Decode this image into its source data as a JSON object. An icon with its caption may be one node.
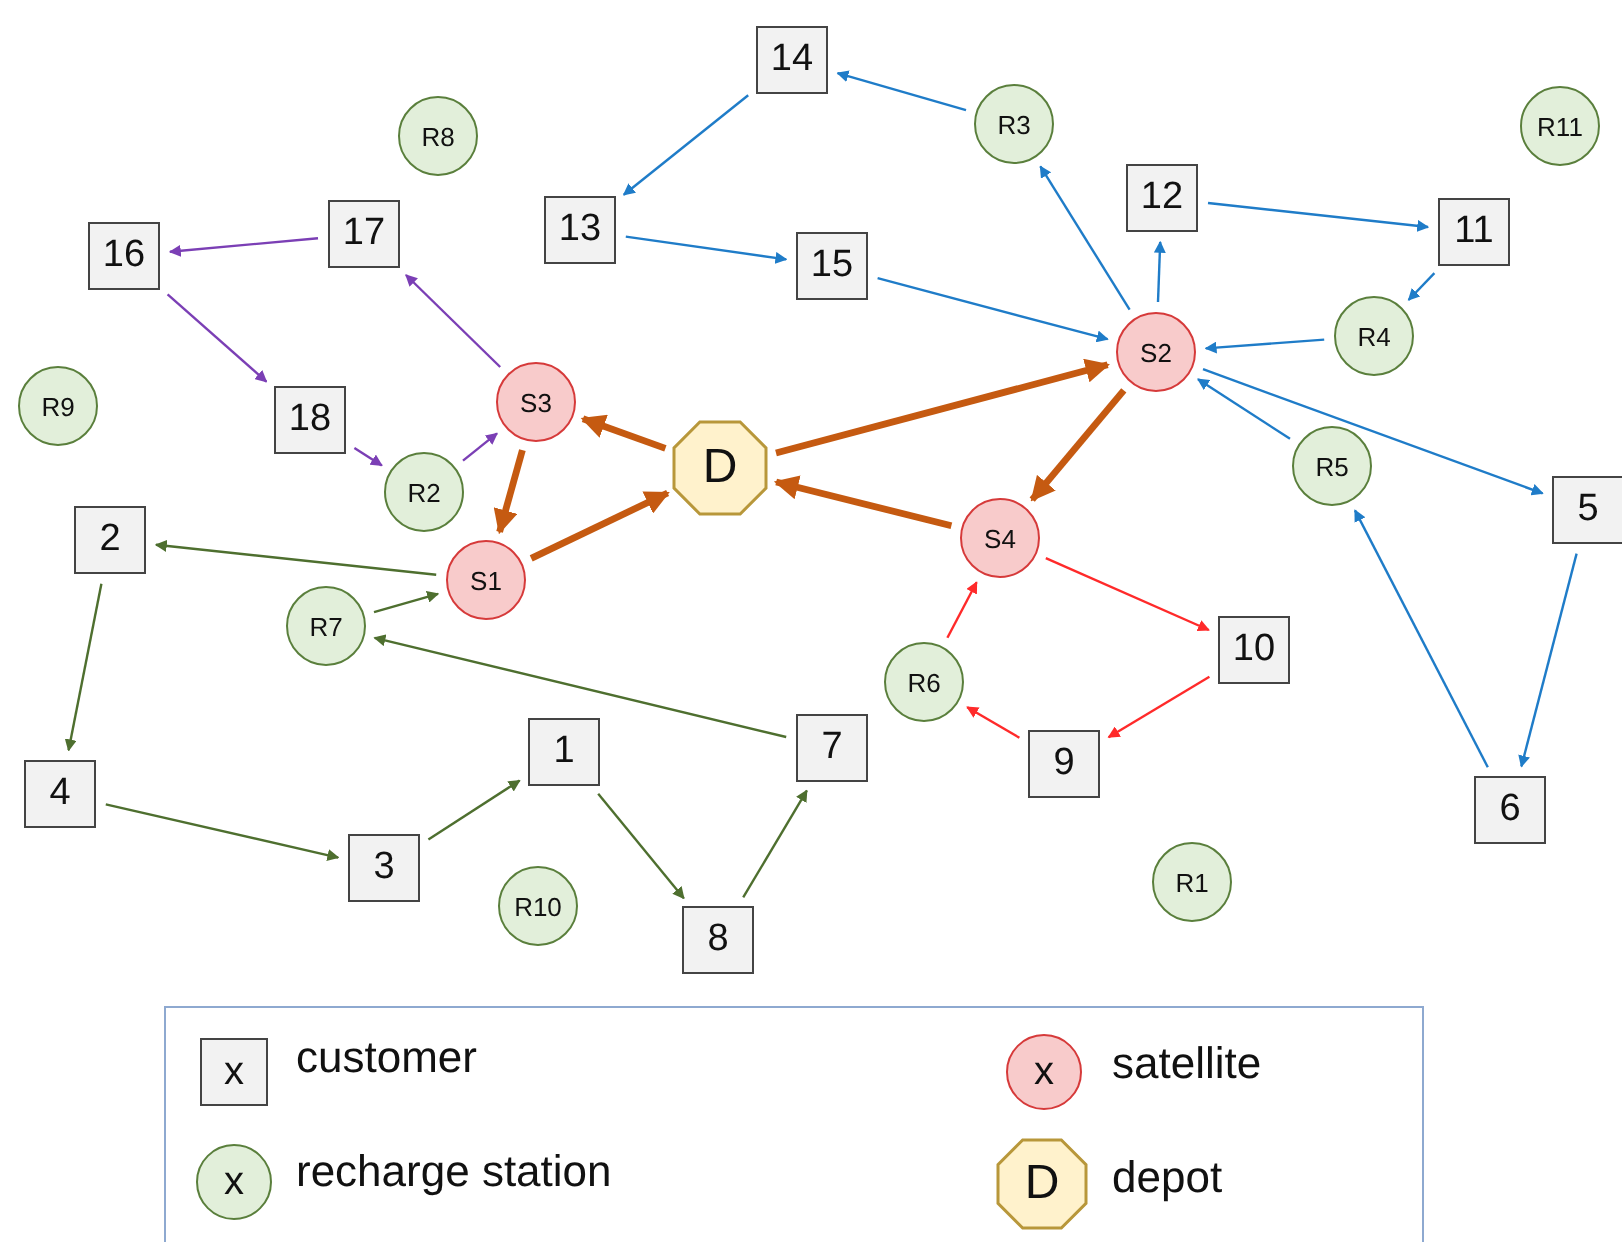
{
  "diagram": {
    "nodes": [
      {
        "text": [
          "14"
        ]
      },
      {
        "text": [
          "R3"
        ]
      },
      {
        "text": [
          "R8"
        ]
      },
      {
        "text": [
          "R11"
        ]
      },
      {
        "text": [
          "12"
        ]
      },
      {
        "text": [
          "17"
        ]
      },
      {
        "text": [
          "13"
        ]
      },
      {
        "text": [
          "11"
        ]
      },
      {
        "text": [
          "16"
        ]
      },
      {
        "text": [
          "15"
        ]
      },
      {
        "text": [
          "S2"
        ]
      },
      {
        "text": [
          "R4"
        ]
      },
      {
        "text": [
          "R9"
        ]
      },
      {
        "text": [
          "18"
        ]
      },
      {
        "text": [
          "S3"
        ]
      },
      {
        "text": [
          "D"
        ]
      },
      {
        "text": [
          "R2"
        ]
      },
      {
        "text": [
          "R5"
        ]
      },
      {
        "text": [
          "2"
        ]
      },
      {
        "text": [
          "5"
        ]
      },
      {
        "text": [
          "S4"
        ]
      },
      {
        "text": [
          "S1"
        ]
      },
      {
        "text": [
          "R7"
        ]
      },
      {
        "text": [
          "10"
        ]
      },
      {
        "text": [
          "R6"
        ]
      },
      {
        "text": [
          "1"
        ]
      },
      {
        "text": [
          "7"
        ]
      },
      {
        "text": [
          "4"
        ]
      },
      {
        "text": [
          "9"
        ]
      },
      {
        "text": [
          "6"
        ]
      },
      {
        "text": [
          "3"
        ]
      },
      {
        "text": [
          "R10"
        ]
      },
      {
        "text": [
          "R1"
        ]
      },
      {
        "text": [
          "8"
        ]
      }
    ],
    "edges": [
      {
        "from": 0,
        "to": 6,
        "arrow": "to"
      },
      {
        "from": 6,
        "to": 9,
        "arrow": "to"
      },
      {
        "from": 9,
        "to": 10,
        "arrow": "to"
      },
      {
        "from": 10,
        "to": 1,
        "arrow": "to"
      },
      {
        "from": 1,
        "to": 0,
        "arrow": "to"
      },
      {
        "from": 10,
        "to": 4,
        "arrow": "to"
      },
      {
        "from": 4,
        "to": 7,
        "arrow": "to"
      },
      {
        "from": 7,
        "to": 11,
        "arrow": "to"
      },
      {
        "from": 11,
        "to": 10,
        "arrow": "to"
      },
      {
        "from": 10,
        "to": 19,
        "arrow": "to"
      },
      {
        "from": 19,
        "to": 29,
        "arrow": "to"
      },
      {
        "from": 29,
        "to": 17,
        "arrow": "to"
      },
      {
        "from": 17,
        "to": 10,
        "arrow": "to"
      },
      {
        "from": 21,
        "to": 18,
        "arrow": "to",
        "color": "#4e6f2f"
      },
      {
        "from": 18,
        "to": 27,
        "arrow": "to",
        "color": "#4e6f2f"
      },
      {
        "from": 27,
        "to": 30,
        "arrow": "to",
        "color": "#4e6f2f"
      },
      {
        "from": 30,
        "to": 25,
        "arrow": "to",
        "color": "#4e6f2f"
      },
      {
        "from": 25,
        "to": 33,
        "arrow": "to",
        "color": "#4e6f2f"
      },
      {
        "from": 33,
        "to": 26,
        "arrow": "to",
        "color": "#4e6f2f"
      },
      {
        "from": 26,
        "to": 22,
        "arrow": "to",
        "color": "#4e6f2f"
      },
      {
        "from": 22,
        "to": 21,
        "arrow": "to",
        "color": "#4e6f2f"
      },
      {
        "from": 14,
        "to": 5,
        "arrow": "to",
        "color": "#7b3fb5"
      },
      {
        "from": 5,
        "to": 8,
        "arrow": "to",
        "color": "#7b3fb5"
      },
      {
        "from": 8,
        "to": 13,
        "arrow": "to",
        "color": "#7b3fb5"
      },
      {
        "from": 13,
        "to": 16,
        "arrow": "to",
        "color": "#7b3fb5"
      },
      {
        "from": 16,
        "to": 14,
        "arrow": "to",
        "color": "#7b3fb5"
      },
      {
        "from": 20,
        "to": 23,
        "arrow": "to",
        "color": "#ff2a2a"
      },
      {
        "from": 23,
        "to": 28,
        "arrow": "to",
        "color": "#ff2a2a"
      },
      {
        "from": 28,
        "to": 24,
        "arrow": "to",
        "color": "#ff2a2a"
      },
      {
        "from": 24,
        "to": 20,
        "arrow": "to",
        "color": "#ff2a2a"
      },
      {
        "from": 15,
        "to": 14,
        "arrow": "to",
        "style": "thick",
        "color": "#c55a11"
      },
      {
        "from": 14,
        "to": 21,
        "arrow": "to",
        "style": "thick",
        "color": "#c55a11"
      },
      {
        "from": 21,
        "to": 15,
        "arrow": "to",
        "style": "thick",
        "color": "#c55a11"
      },
      {
        "from": 15,
        "to": 10,
        "arrow": "to",
        "style": "thick",
        "color": "#c55a11"
      },
      {
        "from": 10,
        "to": 20,
        "arrow": "to",
        "style": "thick",
        "color": "#c55a11"
      },
      {
        "from": 20,
        "to": 15,
        "arrow": "to",
        "style": "thick",
        "color": "#c55a11"
      }
    ],
    "labels": [
      "x",
      "x",
      "x",
      "D"
    ],
    "legend": [
      {
        "text": "customer"
      },
      {
        "text": "satellite"
      },
      {
        "text": "recharge station"
      },
      {
        "text": "depot"
      }
    ]
  }
}
